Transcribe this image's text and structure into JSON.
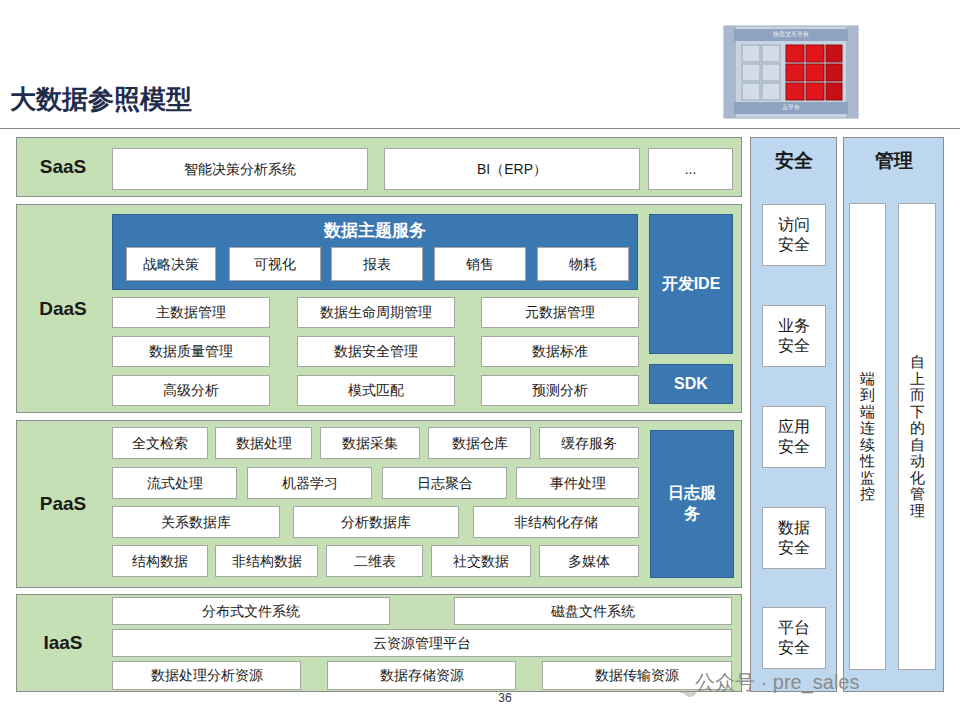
{
  "diagram": {
    "title": "大数据参照模型",
    "nodes": [
      {
        "text": [
          "SaaS"
        ]
      },
      {
        "text": [
          "智能决策分析系统"
        ],
        "in": 0
      },
      {
        "text": [
          "BI（ERP）"
        ],
        "in": 0
      },
      {
        "text": [
          "..."
        ],
        "in": 0
      },
      {
        "text": [
          "DaaS"
        ]
      },
      {
        "text": [
          "数据主题服务"
        ],
        "in": 4
      },
      {
        "text": [
          "战略决策"
        ],
        "in": 5
      },
      {
        "text": [
          "可视化"
        ],
        "in": 5
      },
      {
        "text": [
          "报表"
        ],
        "in": 5
      },
      {
        "text": [
          "销售"
        ],
        "in": 5
      },
      {
        "text": [
          "物耗"
        ],
        "in": 5
      },
      {
        "text": [
          "主数据管理"
        ],
        "in": 4
      },
      {
        "text": [
          "数据生命周期管理"
        ],
        "in": 4
      },
      {
        "text": [
          "元数据管理"
        ],
        "in": 4
      },
      {
        "text": [
          "数据质量管理"
        ],
        "in": 4
      },
      {
        "text": [
          "数据安全管理"
        ],
        "in": 4
      },
      {
        "text": [
          "数据标准"
        ],
        "in": 4
      },
      {
        "text": [
          "高级分析"
        ],
        "in": 4
      },
      {
        "text": [
          "模式匹配"
        ],
        "in": 4
      },
      {
        "text": [
          "预测分析"
        ],
        "in": 4
      },
      {
        "text": [
          "开发IDE"
        ],
        "in": 4
      },
      {
        "text": [
          "SDK"
        ],
        "in": 4
      },
      {
        "text": [
          "PaaS"
        ]
      },
      {
        "text": [
          "全文检索"
        ],
        "in": 22
      },
      {
        "text": [
          "数据处理"
        ],
        "in": 22
      },
      {
        "text": [
          "数据采集"
        ],
        "in": 22
      },
      {
        "text": [
          "数据仓库"
        ],
        "in": 22
      },
      {
        "text": [
          "缓存服务"
        ],
        "in": 22
      },
      {
        "text": [
          "流式处理"
        ],
        "in": 22
      },
      {
        "text": [
          "机器学习"
        ],
        "in": 22
      },
      {
        "text": [
          "日志聚合"
        ],
        "in": 22
      },
      {
        "text": [
          "事件处理"
        ],
        "in": 22
      },
      {
        "text": [
          "关系数据库"
        ],
        "in": 22
      },
      {
        "text": [
          "分析数据库"
        ],
        "in": 22
      },
      {
        "text": [
          "非结构化存储"
        ],
        "in": 22
      },
      {
        "text": [
          "结构数据"
        ],
        "in": 22
      },
      {
        "text": [
          "非结构数据"
        ],
        "in": 22
      },
      {
        "text": [
          "二维表"
        ],
        "in": 22
      },
      {
        "text": [
          "社交数据"
        ],
        "in": 22
      },
      {
        "text": [
          "多媒体"
        ],
        "in": 22
      },
      {
        "text": [
          "日志服务"
        ],
        "in": 22
      },
      {
        "text": [
          "IaaS"
        ]
      },
      {
        "text": [
          "分布式文件系统"
        ],
        "in": 41
      },
      {
        "text": [
          "磁盘文件系统"
        ],
        "in": 41
      },
      {
        "text": [
          "云资源管理平台"
        ],
        "in": 41
      },
      {
        "text": [
          "数据处理分析资源"
        ],
        "in": 41
      },
      {
        "text": [
          "数据存储资源"
        ],
        "in": 41
      },
      {
        "text": [
          "数据传输资源"
        ],
        "in": 41
      },
      {
        "text": [
          "安全"
        ]
      },
      {
        "text": [
          "访问安全"
        ],
        "in": 48
      },
      {
        "text": [
          "业务安全"
        ],
        "in": 48
      },
      {
        "text": [
          "应用安全"
        ],
        "in": 48
      },
      {
        "text": [
          "数据安全"
        ],
        "in": 48
      },
      {
        "text": [
          "平台安全"
        ],
        "in": 48
      },
      {
        "text": [
          "管理"
        ]
      },
      {
        "text": [
          "端到端连续性监控"
        ],
        "in": 54
      },
      {
        "text": [
          "自上而下的自动化管理"
        ],
        "in": 54
      }
    ],
    "labels": [
      "信息交互平台",
      "云平台",
      "36",
      "公众号 · pre_sales"
    ]
  }
}
